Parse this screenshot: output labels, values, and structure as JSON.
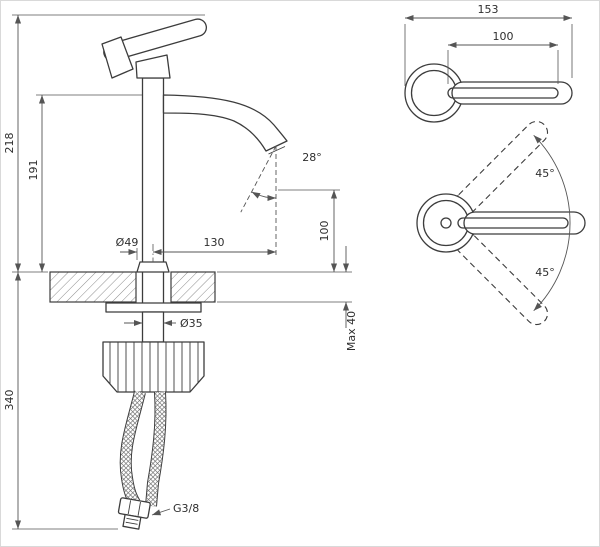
{
  "colors": {
    "object_line": "#3c3c3c",
    "dimension_line": "#555555",
    "hatch": "#8c8c8c",
    "background": "#ffffff"
  },
  "side_view": {
    "height_total": "218",
    "height_spout": "191",
    "hose_length": "340",
    "base_diameter": "Ø49",
    "spout_reach": "130",
    "spout_angle": "28°",
    "outlet_height": "100",
    "deck_max_thickness": "Max 40",
    "shank_diameter": "Ø35",
    "thread": "G3/8"
  },
  "top_view": {
    "total_length": "153",
    "lever_length": "100"
  },
  "swing_view": {
    "angle_up": "45°",
    "angle_down": "45°"
  }
}
